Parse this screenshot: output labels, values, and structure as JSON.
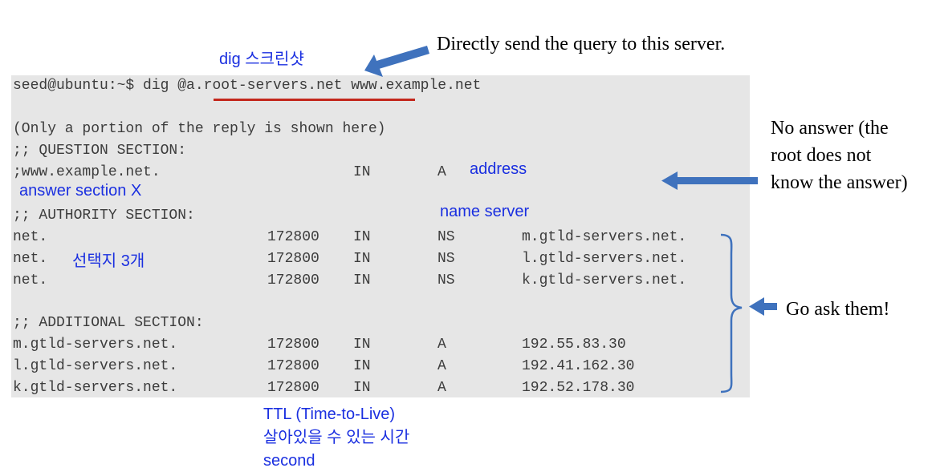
{
  "terminal": {
    "command": {
      "prompt": "seed@ubuntu:~$ dig ",
      "server": "@a.root-servers.net",
      "domain": " www.example.net"
    },
    "note": "(Only a portion of the reply is shown here)",
    "question_header": ";; QUESTION SECTION:",
    "question_row": {
      "name": ";www.example.net.",
      "class": "IN",
      "type": "A"
    },
    "authority_header": ";; AUTHORITY SECTION:",
    "authority_rows": [
      {
        "name": "net.",
        "ttl": "172800",
        "class": "IN",
        "type": "NS",
        "data": "m.gtld-servers.net."
      },
      {
        "name": "net.",
        "ttl": "172800",
        "class": "IN",
        "type": "NS",
        "data": "l.gtld-servers.net."
      },
      {
        "name": "net.",
        "ttl": "172800",
        "class": "IN",
        "type": "NS",
        "data": "k.gtld-servers.net."
      }
    ],
    "additional_header": ";; ADDITIONAL SECTION:",
    "additional_rows": [
      {
        "name": "m.gtld-servers.net.",
        "ttl": "172800",
        "class": "IN",
        "type": "A",
        "data": "192.55.83.30"
      },
      {
        "name": "l.gtld-servers.net.",
        "ttl": "172800",
        "class": "IN",
        "type": "A",
        "data": "192.41.162.30"
      },
      {
        "name": "k.gtld-servers.net.",
        "ttl": "172800",
        "class": "IN",
        "type": "A",
        "data": "192.52.178.30"
      }
    ]
  },
  "annotations": {
    "dig_screenshot": "dig 스크린샷",
    "address": "address",
    "answer_section": "answer section X",
    "name_server": "name server",
    "choices": "선택지 3개",
    "ttl_lines": [
      "TTL (Time-to-Live)",
      "살아있을 수 있는 시간",
      "second"
    ]
  },
  "callouts": {
    "direct_query": "Directly send the query to this server.",
    "no_answer_lines": [
      "No answer (the",
      "root does not",
      "know the answer)"
    ],
    "go_ask": "Go ask them!"
  },
  "colors": {
    "terminal_bg": "#e6e6e6",
    "terminal_text": "#3c3c3c",
    "annotation_blue": "#1a2fe0",
    "arrow_blue": "#3f72bd",
    "underline_red": "#c3271c"
  }
}
